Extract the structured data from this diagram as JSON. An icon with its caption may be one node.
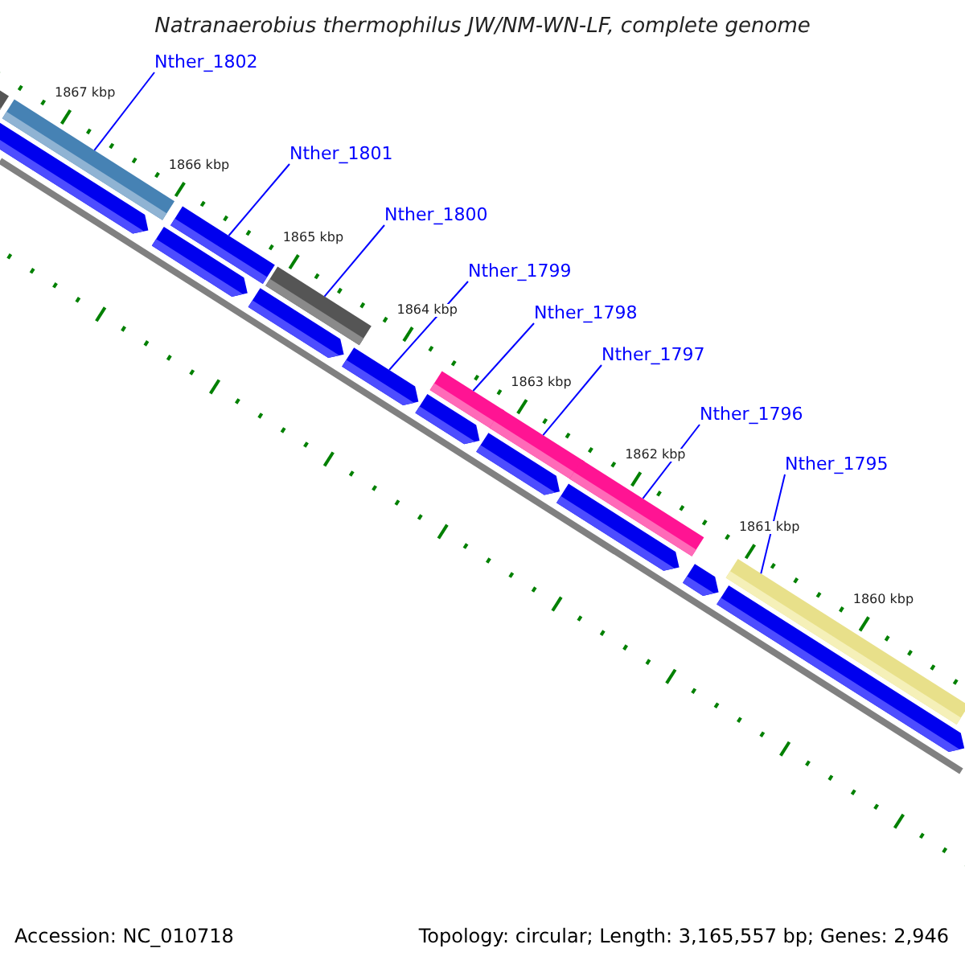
{
  "diagram": {
    "title": "Natranaerobius thermophilus JW/NM-WN-LF, complete genome",
    "nodes": [
      {
        "text": [
          "Nther_1802"
        ]
      },
      {
        "text": [
          "Nther_1801"
        ]
      },
      {
        "text": [
          "Nther_1800"
        ]
      },
      {
        "text": [
          "Nther_1799"
        ]
      },
      {
        "text": [
          "Nther_1798"
        ]
      },
      {
        "text": [
          "Nther_1797"
        ]
      },
      {
        "text": [
          "Nther_1796"
        ]
      },
      {
        "text": [
          "Nther_1795"
        ]
      },
      {
        "text": [],
        "shape": "bar"
      },
      {
        "text": [],
        "shape": "bar"
      },
      {
        "text": [],
        "shape": "bar"
      },
      {
        "text": [],
        "shape": "arrow"
      },
      {
        "text": [],
        "shape": "bar"
      },
      {
        "text": [],
        "shape": "bar"
      },
      {
        "text": [],
        "shape": "bar"
      },
      {
        "text": [],
        "shape": "bar"
      }
    ],
    "edges": [
      {
        "from": 0,
        "to": 8,
        "arrow": "none"
      },
      {
        "from": 1,
        "to": 9,
        "arrow": "none"
      },
      {
        "from": 2,
        "to": 10,
        "arrow": "none"
      },
      {
        "from": 3,
        "to": 11,
        "arrow": "none"
      },
      {
        "from": 4,
        "to": 12,
        "arrow": "none"
      },
      {
        "from": 5,
        "to": 13,
        "arrow": "none"
      },
      {
        "from": 6,
        "to": 14,
        "arrow": "none"
      },
      {
        "from": 7,
        "to": 15,
        "arrow": "none"
      }
    ],
    "labels": [
      "1867 kbp",
      "1866 kbp",
      "1865 kbp",
      "1864 kbp",
      "1863 kbp",
      "1862 kbp",
      "1861 kbp",
      "1860 kbp",
      "Accession: NC_010718",
      "Topology: circular; Length: 3,165,557 bp; Genes: 2,946"
    ]
  }
}
